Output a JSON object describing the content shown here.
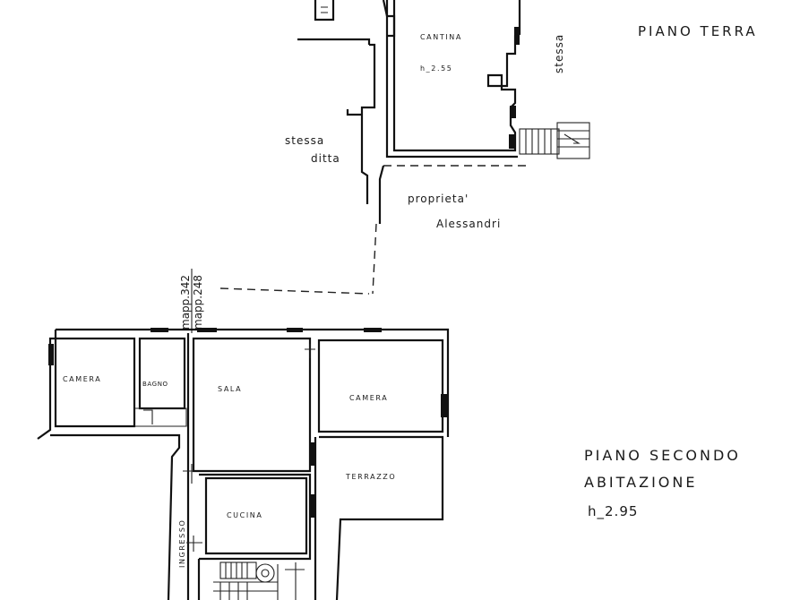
{
  "ground_floor": {
    "title": "PIANO TERRA",
    "cellar_label": "CANTINA",
    "cellar_height": "h_2.55",
    "neighbor_right": "stessa",
    "neighbor_left_line1": "stessa",
    "neighbor_left_line2": "ditta",
    "property_line1": "proprieta'",
    "property_line2": "Alessandri"
  },
  "parcels": {
    "mapp_a": "mapp.342",
    "mapp_b": "mapp.248"
  },
  "second_floor": {
    "title_line1": "PIANO SECONDO",
    "title_line2": "ABITAZIONE",
    "height": "h_2.95",
    "rooms": {
      "camera_left": "CAMERA",
      "bagno": "BAGNO",
      "sala": "SALA",
      "camera_right": "CAMERA",
      "terrazzo": "TERRAZZO",
      "cucina": "CUCINA",
      "ingresso": "INGRESSO"
    }
  }
}
